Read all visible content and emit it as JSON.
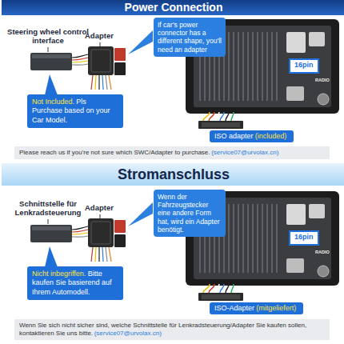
{
  "diagram": {
    "nodes": [
      {
        "text": [
          "Power Connection"
        ]
      },
      {
        "text": [
          "If car's power connector has a different shape, you'll need an adapter"
        ]
      },
      {
        "text": [
          "Not Included.",
          "Pls Purchase based on your Car Model."
        ]
      },
      {
        "text": [
          "ISO adapter",
          "(included)"
        ]
      },
      {
        "text": [
          "Please reach us if you're not sure which SWC/Adapter to purchase.",
          "(service07@urvolax.cn)"
        ]
      },
      {
        "text": [
          "Stromanschluss"
        ]
      },
      {
        "text": [
          "Wenn der Fahrzeugstecker eine andere Form hat, wird ein Adapter benötigt."
        ]
      },
      {
        "text": [
          "Nicht inbegriffen.",
          "Bitte kaufen Sie basierend auf Ihrem Automodell."
        ]
      },
      {
        "text": [
          "ISO-Adapter",
          "(mitgeliefert)"
        ]
      },
      {
        "text": [
          "Wenn Sie sich nicht sicher sind, welche Schnittstelle für Lenkradsteuerung/Adapter Sie kaufen sollen, kontaktieren Sie uns bitte.",
          "(service07@urvolax.cn)"
        ]
      }
    ],
    "labels": [
      "Steering wheel control interface",
      "Adapter",
      "16pin",
      "RADIO",
      "Schnittstelle für Lenkradsteuerung",
      "Adapter",
      "16pin",
      "RADIO"
    ]
  }
}
